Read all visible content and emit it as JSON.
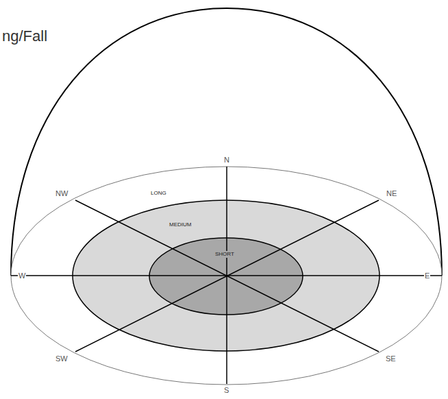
{
  "diagram": {
    "title": "ng/Fall",
    "nodes": [
      {
        "text": [
          "LONG"
        ]
      },
      {
        "text": [
          "MEDIUM"
        ],
        "in": 0
      },
      {
        "text": [
          "SHORT"
        ],
        "in": 1
      }
    ],
    "labels": [
      "N",
      "NE",
      "E",
      "SE",
      "S",
      "SW",
      "W",
      "NW"
    ]
  }
}
